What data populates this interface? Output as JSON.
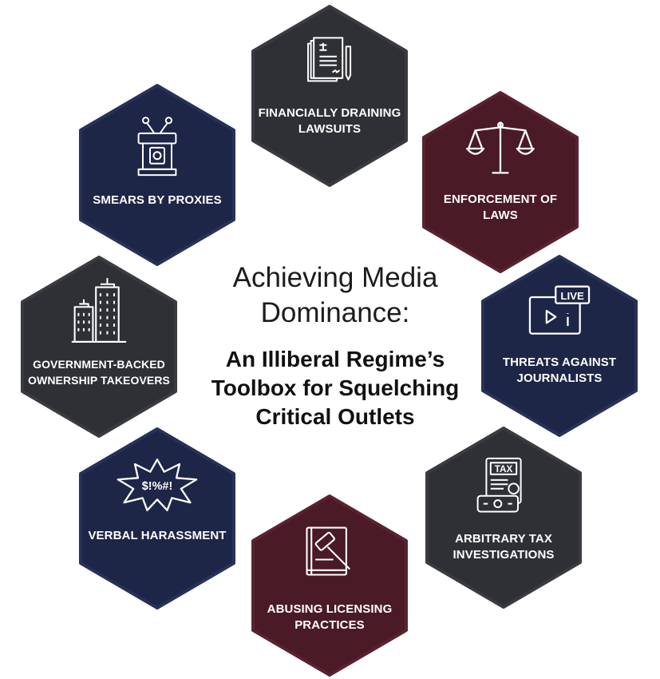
{
  "title": {
    "main": "Achieving Media Dominance:",
    "sub": "An Illiberal Regime’s Toolbox for Squelching Critical Outlets"
  },
  "colors": {
    "charcoal": "#2f3035",
    "navy": "#1d2647",
    "maroon": "#4a1a26"
  },
  "tools": [
    {
      "label": "FINANCIALLY DRAINING LAWSUITS",
      "icon": "legal-documents-icon",
      "color": "charcoal"
    },
    {
      "label": "ENFORCEMENT OF LAWS",
      "icon": "scales-of-justice-icon",
      "color": "maroon"
    },
    {
      "label": "THREATS AGAINST JOURNALISTS",
      "icon": "live-broadcast-icon",
      "color": "navy"
    },
    {
      "label": "ARBITRARY TAX INVESTIGATIONS",
      "icon": "tax-document-icon",
      "color": "charcoal"
    },
    {
      "label": "ABUSING LICENSING PRACTICES",
      "icon": "gavel-book-icon",
      "color": "maroon"
    },
    {
      "label": "VERBAL HARASSMENT",
      "icon": "cursing-burst-icon",
      "color": "navy"
    },
    {
      "label": "GOVERNMENT-BACKED OWNERSHIP TAKEOVERS",
      "icon": "buildings-icon",
      "color": "charcoal"
    },
    {
      "label": "SMEARS BY PROXIES",
      "icon": "podium-microphones-icon",
      "color": "navy"
    }
  ],
  "burst_text": "$!%#!",
  "live_text": "LIVE",
  "tax_text": "TAX"
}
